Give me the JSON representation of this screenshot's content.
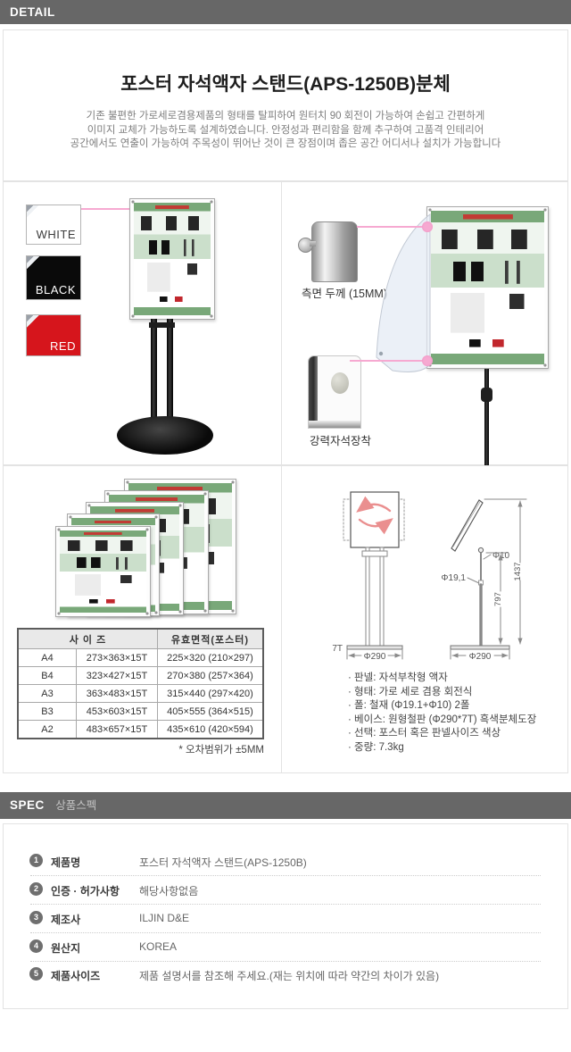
{
  "detail": {
    "header": "DETAIL"
  },
  "intro": {
    "title": "포스터 자석액자 스탠드(APS-1250B)분체",
    "desc1": "기존 불편한 가로세로겸용제품의 형태를 탈피하여 원터치 90 회전이 가능하여 손쉽고 간편하게",
    "desc2": "이미지 교체가 가능하도록 설계하였습니다. 안정성과 편리함을 함께 추구하여 고품격 인테리어",
    "desc3": "공간에서도 연출이  가능하여  주목성이 뛰어난 것이 큰 장점이며  좁은 공간 어디서나 설치가 가능합니다"
  },
  "swatches": {
    "white": "WHITE",
    "black": "BLACK",
    "red": "RED",
    "red_hex": "#d6151c",
    "black_hex": "#0a0a0a",
    "white_hex": "#ffffff"
  },
  "captions": {
    "side_thickness": "측면 두께 (15MM)",
    "magnet": "강력자석장착"
  },
  "size_table": {
    "header_size": "사 이 즈",
    "header_area": "유효면적(포스터)",
    "rows": [
      {
        "name": "A4",
        "size": "273×363×15T",
        "area": "225×320 (210×297)"
      },
      {
        "name": "B4",
        "size": "323×427×15T",
        "area": "270×380 (257×364)"
      },
      {
        "name": "A3",
        "size": "363×483×15T",
        "area": "315×440 (297×420)"
      },
      {
        "name": "B3",
        "size": "453×603×15T",
        "area": "405×555 (364×515)"
      },
      {
        "name": "A2",
        "size": "483×657×15T",
        "area": "435×610 (420×594)"
      }
    ],
    "footnote": "* 오차범위가 ±5MM"
  },
  "dims": {
    "base_thk": "7T",
    "base_dia_front": "Φ290",
    "pole_top_dia": "Φ10",
    "pole_bottom_dia": "Φ19,1",
    "pole_height": "797",
    "total_height": "1437",
    "base_dia_side": "Φ290",
    "accent_pink": "#f6a9d1",
    "rotation_arrow_color": "#ea8f8f"
  },
  "features": [
    "판넬: 자석부착형 액자",
    "형태: 가로 세로 겸용 회전식",
    "폴: 철재 (Φ19.1+Φ10) 2폴",
    "베이스: 원형철판 (Φ290*7T) 흑색분체도장",
    "선택: 포스터 혹은 판넬사이즈 색상",
    "중량: 7.3kg"
  ],
  "spec": {
    "header_en": "SPEC",
    "header_ko": "상품스펙",
    "rows": [
      {
        "num": "1",
        "label": "제품명",
        "value": "포스터 자석액자 스탠드(APS-1250B)"
      },
      {
        "num": "2",
        "label": "인증 · 허가사항",
        "value": "해당사항없음"
      },
      {
        "num": "3",
        "label": "제조사",
        "value": "ILJIN D&E"
      },
      {
        "num": "4",
        "label": "원산지",
        "value": "KOREA"
      },
      {
        "num": "5",
        "label": "제품사이즈",
        "value": "제품 설명서를 참조해 주세요.(재는 위치에 따라 약간의 차이가 있음)"
      }
    ]
  }
}
